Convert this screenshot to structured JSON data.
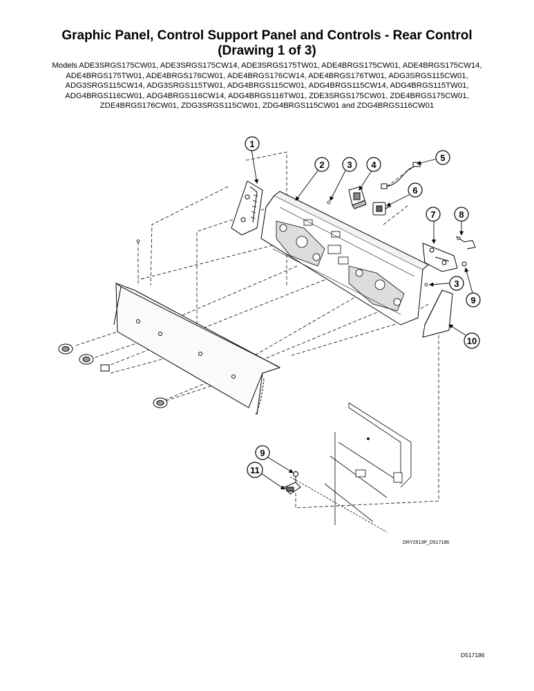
{
  "title": {
    "line1": "Graphic Panel, Control Support Panel and Controls - Rear Control",
    "line2": "(Drawing 1 of 3)"
  },
  "models_lines": [
    "Models ADE3SRGS175CW01, ADE3SRGS175CW14, ADE3SRGS175TW01, ADE4BRGS175CW01, ADE4BRGS175CW14,",
    "ADE4BRGS175TW01, ADE4BRGS176CW01, ADE4BRGS176CW14, ADE4BRGS176TW01, ADG3SRGS115CW01,",
    "ADG3SRGS115CW14, ADG3SRGS115TW01, ADG4BRGS115CW01, ADG4BRGS115CW14, ADG4BRGS115TW01,",
    "ADG4BRGS116CW01, ADG4BRGS116CW14, ADG4BRGS116TW01, ZDE3SRGS175CW01, ZDE4BRGS175CW01,",
    "ZDE4BRGS176CW01, ZDG3SRGS115CW01, ZDG4BRGS115CW01 and ZDG4BRGS116CW01"
  ],
  "callouts": {
    "c1": "1",
    "c2": "2",
    "c3a": "3",
    "c4": "4",
    "c5": "5",
    "c6": "6",
    "c7": "7",
    "c8": "8",
    "c3b": "3",
    "c9a": "9",
    "c10": "10",
    "c9b": "9",
    "c11": "11"
  },
  "drawing_ref": "DRY2513P_D517186",
  "doc_number": "D517186"
}
